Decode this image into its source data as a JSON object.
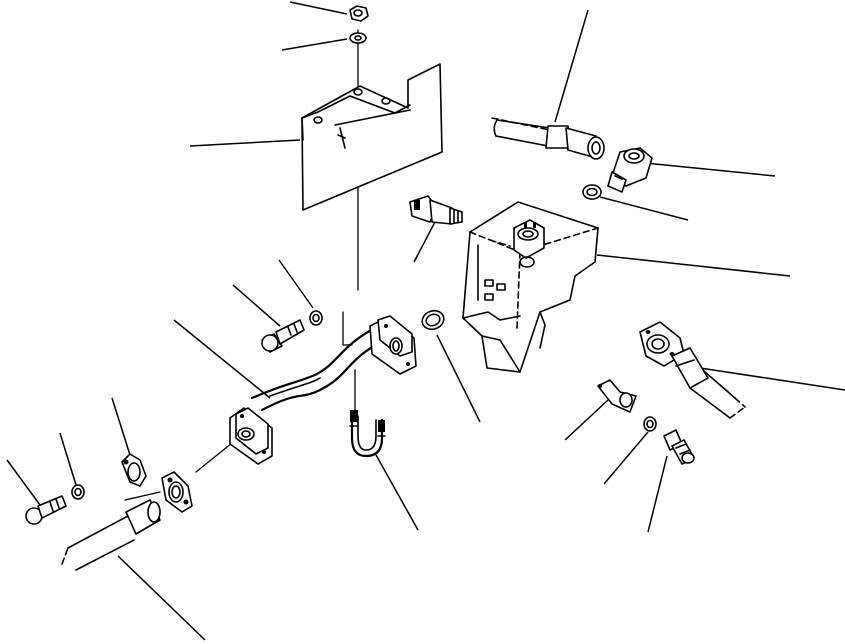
{
  "diagram": {
    "type": "exploded parts diagram",
    "parts": [
      {
        "id": "nut",
        "icon": "hex-nut-icon"
      },
      {
        "id": "washer-top",
        "icon": "washer-icon"
      },
      {
        "id": "bracket-plate",
        "icon": "bracket-icon"
      },
      {
        "id": "hose-upper",
        "icon": "hose-icon"
      },
      {
        "id": "elbow-fitting",
        "icon": "elbow-fitting-icon"
      },
      {
        "id": "o-ring-right",
        "icon": "o-ring-icon"
      },
      {
        "id": "valve-block",
        "icon": "valve-block-icon"
      },
      {
        "id": "flange-hose-right",
        "icon": "flange-hose-icon"
      },
      {
        "id": "plug-connector",
        "icon": "plug-icon"
      },
      {
        "id": "o-ring-middle",
        "icon": "o-ring-icon"
      },
      {
        "id": "tube-pipe",
        "icon": "pipe-icon"
      },
      {
        "id": "bolt-left-upper",
        "icon": "bolt-icon"
      },
      {
        "id": "washer-left-upper",
        "icon": "washer-icon"
      },
      {
        "id": "u-bolt",
        "icon": "u-bolt-icon"
      },
      {
        "id": "split-flange-left",
        "icon": "split-flange-icon"
      },
      {
        "id": "washer-left-lower",
        "icon": "washer-icon"
      },
      {
        "id": "bolt-left-lower",
        "icon": "bolt-icon"
      },
      {
        "id": "hose-lower",
        "icon": "hose-icon"
      },
      {
        "id": "split-flange-right",
        "icon": "split-flange-icon"
      },
      {
        "id": "washer-right-lower",
        "icon": "washer-icon"
      },
      {
        "id": "bolt-right-lower",
        "icon": "bolt-icon"
      }
    ]
  }
}
